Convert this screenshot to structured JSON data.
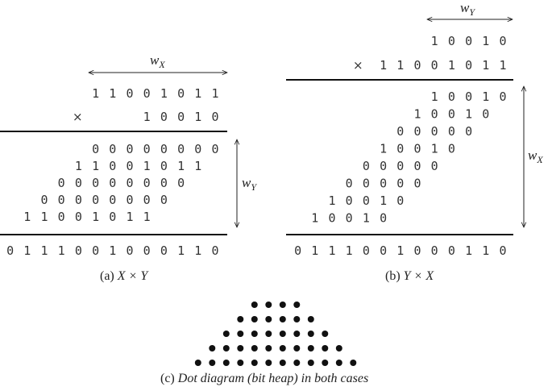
{
  "panel_a": {
    "width_x_label": "w",
    "width_x_sub": "X",
    "width_y_label": "w",
    "width_y_sub": "Y",
    "multiplicand": "1 1 0 0 1 0 1 1",
    "times_symbol": "×",
    "multiplier": "1 0 0 1 0",
    "partial_products": [
      "0 0 0 0 0 0 0 0",
      "1 1 0 0 1 0 1 1",
      "0 0 0 0 0 0 0 0",
      "0 0 0 0 0 0 0 0",
      "1 1 0 0 1 0 1 1"
    ],
    "result": "0 1 1 1 0 0 1 0 0 0 1 1 0",
    "caption_prefix": "(a)",
    "caption_formula": "X × Y"
  },
  "panel_b": {
    "width_y_label": "w",
    "width_y_sub": "Y",
    "width_x_label": "w",
    "width_x_sub": "X",
    "multiplicand": "1 0 0 1 0",
    "times_symbol": "×",
    "multiplier": "1 1 0 0 1 0 1 1",
    "partial_products": [
      "1 0 0 1 0",
      "1 0 0 1 0",
      "0 0 0 0 0",
      "1 0 0 1 0",
      "0 0 0 0 0",
      "0 0 0 0 0",
      "1 0 0 1 0",
      "1 0 0 1 0"
    ],
    "result": "0 1 1 1 0 0 1 0 0 0 1 1 0",
    "caption_prefix": "(b)",
    "caption_formula": "Y × X"
  },
  "panel_c": {
    "dot_rows": [
      4,
      6,
      8,
      10,
      12
    ],
    "caption_prefix": "(c)",
    "caption_text": "Dot diagram (bit heap) in both cases"
  }
}
